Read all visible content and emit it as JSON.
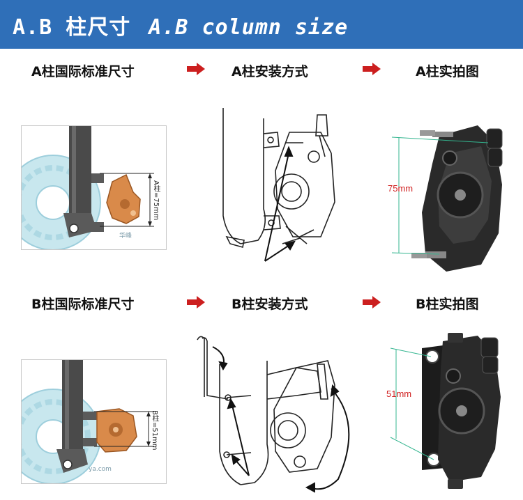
{
  "banner": {
    "title_cn": "A.B 柱尺寸",
    "title_en": "A.B column size",
    "color": "#2f6fb8"
  },
  "row_a": {
    "label_standard": "A柱国际标准尺寸",
    "label_install": "A柱安装方式",
    "label_photo": "A柱实拍图",
    "dim_label": "A柱=75mm",
    "photo_dim": "75mm",
    "watermark": "华峰"
  },
  "row_b": {
    "label_standard": "B柱国际标准尺寸",
    "label_install": "B柱安装方式",
    "label_photo": "B柱实拍图",
    "dim_label": "B柱=51mm",
    "photo_dim": "51mm",
    "watermark": "ya.com"
  },
  "arrow_color": "#cc1f1f",
  "icons": [
    "arrow-right-icon"
  ]
}
